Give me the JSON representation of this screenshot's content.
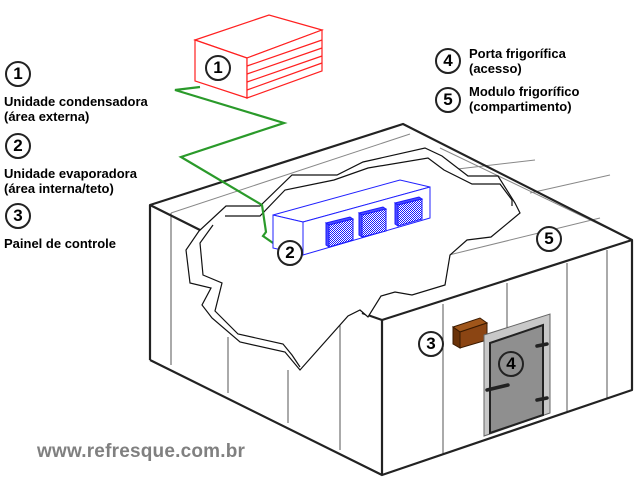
{
  "legend_left": [
    {
      "number": "1",
      "line1": "Unidade condensadora",
      "line2": "(área externa)"
    },
    {
      "number": "2",
      "line1": "Unidade evaporadora",
      "line2": "(área interna/teto)"
    },
    {
      "number": "3",
      "line1": "Painel de controle",
      "line2": ""
    }
  ],
  "legend_right": [
    {
      "number": "4",
      "line1": "Porta frigorífica",
      "line2": "(acesso)"
    },
    {
      "number": "5",
      "line1": "Modulo frigorífico",
      "line2": "(compartimento)"
    }
  ],
  "callouts": {
    "condenser": "1",
    "evaporator": "2",
    "control_panel": "3",
    "door": "4",
    "module": "5"
  },
  "watermark": "www.refresque.com.br",
  "colors": {
    "condenser_outline": "#ff2020",
    "refrigerant_pipe": "#2a9a2a",
    "evaporator_outline": "#2020ff",
    "evaporator_fans": "#2b2bff",
    "control_panel": "#8b4513",
    "door_frame": "#c8c8c8",
    "door_leaf": "#8f8f8f",
    "watermark": "#808080",
    "outline": "#222222"
  }
}
